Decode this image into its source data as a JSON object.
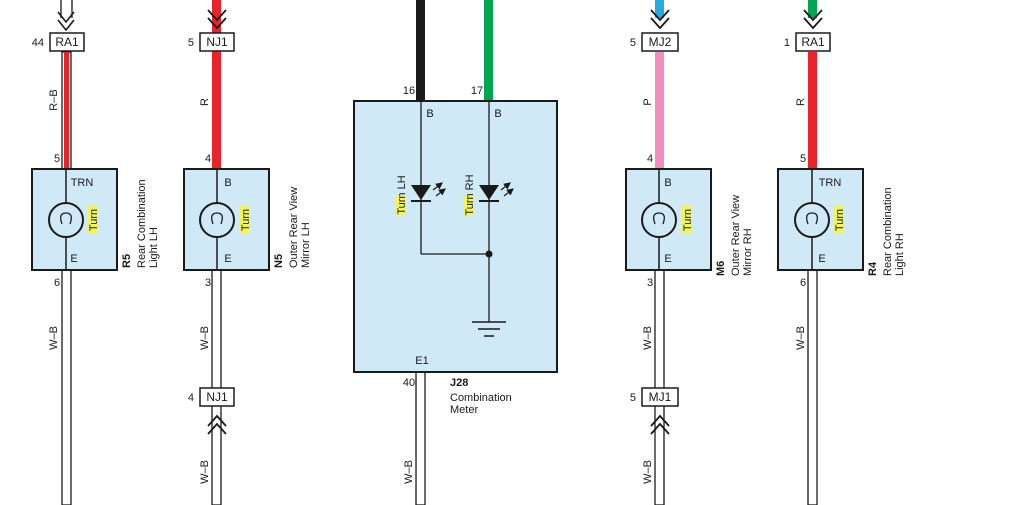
{
  "colors": {
    "red": "#e8232a",
    "black": "#1a1a1a",
    "green": "#00a651",
    "blue": "#27aae1",
    "pink": "#f38dbf",
    "white_wire": "#ffffff",
    "component_fill": "#cfe9f6",
    "highlight": "#f2f55a"
  },
  "connectors": {
    "c1": {
      "pin": "44",
      "name": "RA1"
    },
    "c2": {
      "pin": "5",
      "name": "NJ1"
    },
    "c3": {
      "pin": "5",
      "name": "MJ2"
    },
    "c4": {
      "pin": "1",
      "name": "RA1"
    },
    "c5": {
      "pin": "4",
      "name": "NJ1"
    },
    "c6": {
      "pin": "5",
      "name": "MJ1"
    }
  },
  "wires": {
    "w1_top": "R–B",
    "w2_top": "R",
    "w3_top": "P",
    "w4_top": "R",
    "w1_bottom": "W–B",
    "w2_bottom": "W–B",
    "w2_lower": "W–B",
    "w3_bottom": "W–B",
    "w3_lower": "W–B",
    "w4_bottom": "W–B",
    "meter_bottom": "W–B"
  },
  "components": {
    "r5": {
      "code": "R5",
      "name_line1": "Rear Combination",
      "name_line2": "Light LH",
      "pin_top": "5",
      "pin_bottom": "6",
      "label_top": "TRN",
      "label_bottom": "E",
      "bulb": "Turn"
    },
    "n5": {
      "code": "N5",
      "name_line1": "Outer Rear View",
      "name_line2": "Mirror LH",
      "pin_top": "4",
      "pin_bottom": "3",
      "label_top": "B",
      "label_bottom": "E",
      "bulb": "Turn"
    },
    "m6": {
      "code": "M6",
      "name_line1": "Outer Rear View",
      "name_line2": "Mirror RH",
      "pin_top": "4",
      "pin_bottom": "3",
      "label_top": "B",
      "label_bottom": "E",
      "bulb": "Turn"
    },
    "r4": {
      "code": "R4",
      "name_line1": "Rear Combination",
      "name_line2": "Light RH",
      "pin_top": "5",
      "pin_bottom": "6",
      "label_top": "TRN",
      "label_bottom": "E",
      "bulb": "Turn"
    },
    "j28": {
      "code": "J28",
      "name_line1": "Combination",
      "name_line2": "Meter",
      "pin_left": "16",
      "pin_right": "17",
      "pin_bottom": "40",
      "label_left": "B",
      "label_right": "B",
      "label_bottom": "E1",
      "led_left": "Turn LH",
      "led_right": "Turn RH"
    }
  }
}
